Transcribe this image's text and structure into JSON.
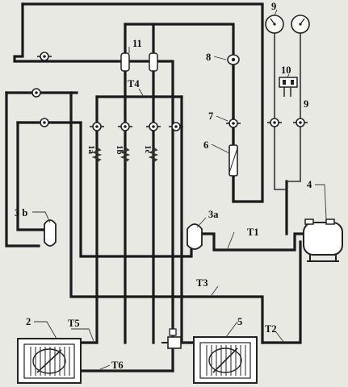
{
  "labels": {
    "evaporator_left": "2",
    "accumulator_left": "3 b",
    "accumulator_right": "3a",
    "compressor": "4",
    "condenser_right": "5",
    "sight_glass": "6",
    "valve_7": "7",
    "valve_8": "8",
    "gauge_9_top": "9",
    "gauge_9_side": "9",
    "switch_10": "10",
    "filter_11": "11",
    "coil_1a": "1a",
    "coil_1b": "1b",
    "coil_1c": "1c",
    "t1": "T1",
    "t2": "T2",
    "t3": "T3",
    "t4": "T4",
    "t5": "T5",
    "t6": "T6"
  },
  "colors": {
    "pipe": "#1a1a1a",
    "background": "#e9e9e4"
  }
}
